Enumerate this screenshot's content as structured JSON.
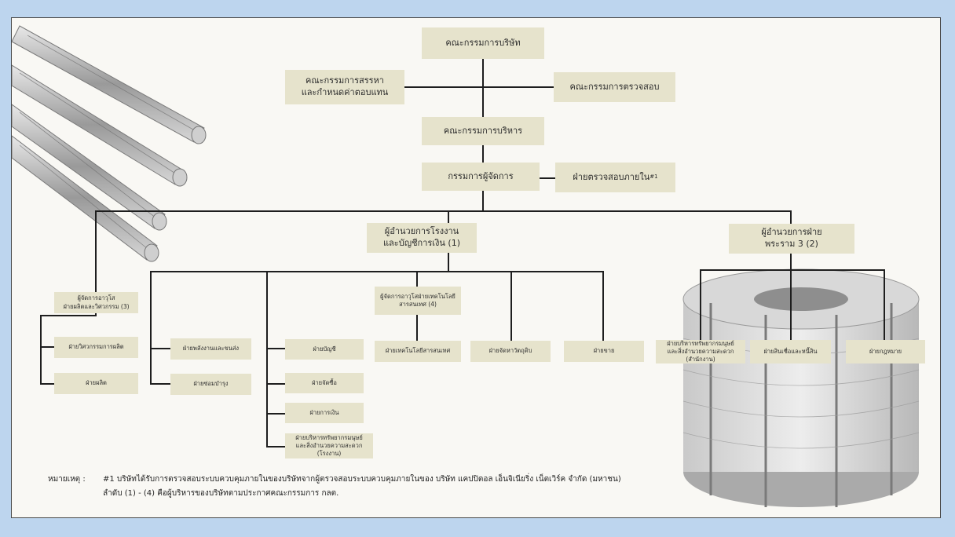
{
  "org_chart": {
    "board": "คณะกรรมการบริษัท",
    "nomination_committee": "คณะกรรมการสรรหา\nและกำหนดค่าตอบแทน",
    "audit_committee": "คณะกรรมการตรวจสอบ",
    "executive_committee": "คณะกรรมการบริหาร",
    "managing_director": "กรรมการผู้จัดการ",
    "internal_audit": "ฝ่ายตรวจสอบภายใน",
    "internal_audit_mark": "#1",
    "plant_accounting_director": "ผู้อำนวยการโรงงาน\nและบัญชีการเงิน (1)",
    "rama3_director": "ผู้อำนวยการฝ่าย\nพระราม 3  (2)",
    "senior_production_manager": "ผู้จัดการอาวุโส\nฝ่ายผลิตและวิศวกรรม (3)",
    "production_engineering": "ฝ่ายวิศวกรรมการผลิต",
    "production": "ฝ่ายผลิต",
    "energy_transport": "ฝ่ายพลังงานและขนส่ง",
    "maintenance": "ฝ่ายซ่อมบำรุง",
    "accounting": "ฝ่ายบัญชี",
    "purchasing": "ฝ่ายจัดซื้อ",
    "finance": "ฝ่ายการเงิน",
    "hr_plant": "ฝ่ายบริหารทรัพยากรมนุษย์\nและสิ่งอำนวยความสะดวก (โรงงาน)",
    "senior_it_manager": "ผู้จัดการอาวุโสฝ่ายเทคโนโลยี\nสารสนเทศ (4)",
    "it": "ฝ่ายเทคโนโลยีสารสนเทศ",
    "procurement": "ฝ่ายจัดหาวัตถุดิบ",
    "sales": "ฝ่ายขาย",
    "hr_office": "ฝ่ายบริหารทรัพยากรมนุษย์\nและสิ่งอำนวยความสะดวก (สำนักงาน)",
    "credit": "ฝ่ายสินเชื่อและหนี้สิน",
    "legal": "ฝ่ายกฎหมาย"
  },
  "notes": {
    "label": "หมายเหตุ :",
    "line1": "#1 บริษัทได้รับการตรวจสอบระบบควบคุมภายในของบริษัทจากผู้ตรวจสอบระบบควบคุมภายในของ บริษัท แคปปิตอล เอ็นจิเนียริ่ง เน็ตเวิร์ค จำกัด (มหาชน)",
    "line2": "ลำดับ (1) - (4) คือผู้บริหารของบริษัทตามประกาศคณะกรรมการ กลต."
  },
  "colors": {
    "page_background": "#bdd5ee",
    "panel_background": "#f9f8f4",
    "box_fill": "#e6e3cc",
    "connector": "#1e1e1e"
  }
}
